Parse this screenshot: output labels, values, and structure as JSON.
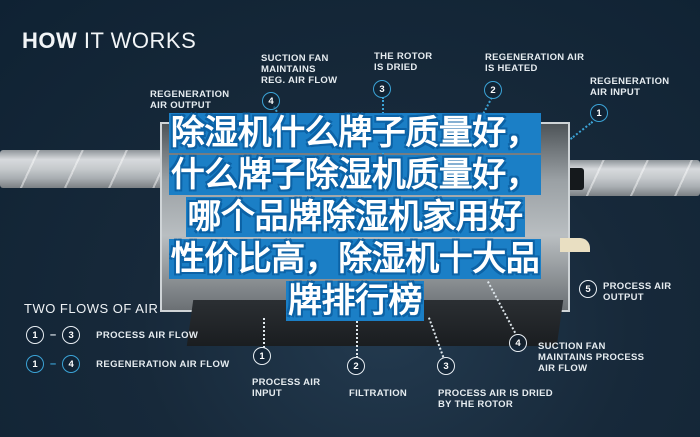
{
  "header": {
    "title_bold": "HOW",
    "title_rest": " IT WORKS"
  },
  "overlay_title": {
    "lines": [
      "除湿机什么牌子质量好，",
      "什么牌子除湿机质量好，",
      "哪个品牌除湿机家用好",
      "性价比高，除湿机十大品",
      "牌排行榜"
    ],
    "bg_color": "#1b7fc6"
  },
  "top_labels": [
    {
      "id": "regeneration-air-output",
      "text": "REGENERATION\nAIR OUTPUT",
      "num": null
    },
    {
      "id": "suction-fan-reg",
      "text": "SUCTION FAN\nMAINTAINS\nREG. AIR FLOW",
      "num": "4"
    },
    {
      "id": "rotor-dried",
      "text": "THE ROTOR\nIS DRIED",
      "num": "3"
    },
    {
      "id": "regeneration-heated",
      "text": "REGENERATION AIR\nIS HEATED",
      "num": "2"
    },
    {
      "id": "regeneration-input",
      "text": "REGENERATION\nAIR INPUT",
      "num": "1"
    }
  ],
  "bottom_labels": [
    {
      "id": "process-air-input",
      "text": "PROCESS AIR\nINPUT",
      "num": "1"
    },
    {
      "id": "filtration",
      "text": "FILTRATION",
      "num": "2"
    },
    {
      "id": "process-dried",
      "text": "PROCESS AIR IS DRIED\nBY THE ROTOR",
      "num": "3"
    },
    {
      "id": "suction-fan-process",
      "text": "SUCTION FAN\nMAINTAINS PROCESS\nAIR FLOW",
      "num": "4"
    },
    {
      "id": "process-air-output",
      "text": "PROCESS AIR\nOUTPUT",
      "num": "5"
    }
  ],
  "legend": {
    "title": "TWO FLOWS OF AIR",
    "rows": [
      {
        "from": "1",
        "to": "3",
        "label": "PROCESS AIR FLOW",
        "color": "#ffffff"
      },
      {
        "from": "1",
        "to": "4",
        "label": "REGENERATION AIR FLOW",
        "color": "#3ba3d6"
      }
    ]
  },
  "colors": {
    "background": "#0f2233",
    "accent_blue": "#3ba3d6",
    "overlay_blue": "#1b7fc6"
  }
}
